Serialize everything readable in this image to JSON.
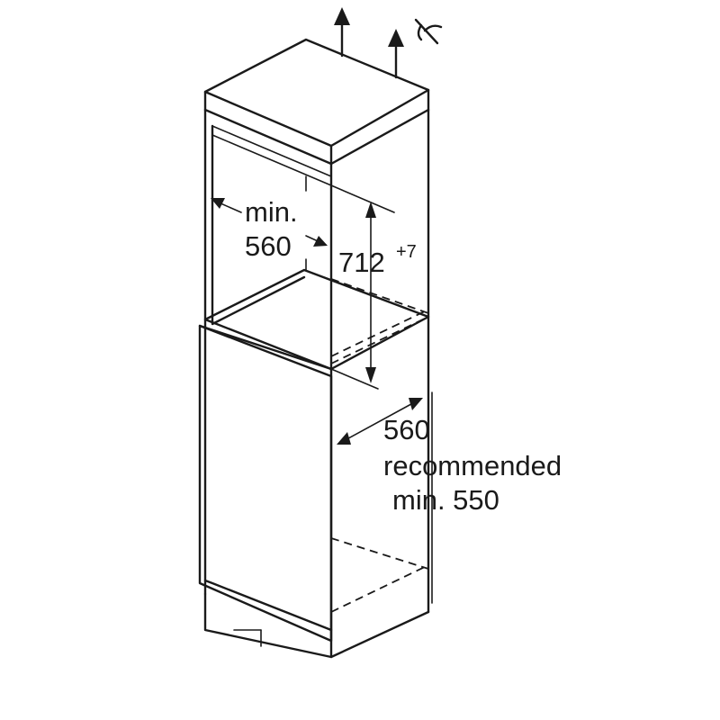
{
  "dimensions": {
    "width_label_line1": "min.",
    "width_label_line2": "560",
    "height_value": "712",
    "height_tolerance": "+7",
    "depth_value": "560",
    "depth_note": "recommended",
    "depth_min": "min. 550"
  },
  "icons": {
    "ventilation": "up-arrow-icon",
    "ventilation_fan": "fan-icon"
  },
  "colors": {
    "line": "#1a1a1a",
    "background": "#ffffff"
  }
}
